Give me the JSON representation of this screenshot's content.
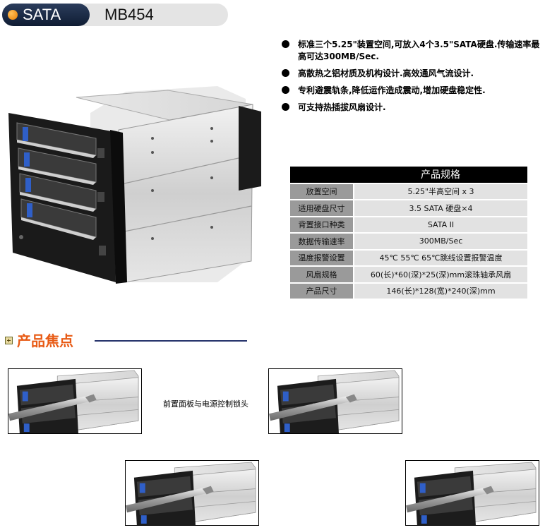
{
  "header": {
    "badge": "SATA",
    "model": "MB454"
  },
  "features": [
    "标准三个5.25\"装置空间,可放入4个3.5\"SATA硬盘.传输速率最高可达300MB/Sec.",
    "高散热之铝材质及机构设计.高效通风气流设计.",
    "专利避震轨条,降低运作造成震动,增加硬盘稳定性.",
    "可支持热插拔风扇设计."
  ],
  "spec": {
    "title": "产品规格",
    "rows": [
      {
        "label": "放置空间",
        "value": "5.25\"半高空间  x 3"
      },
      {
        "label": "适用硬盘尺寸",
        "value": "3.5 SATA 硬盘×4"
      },
      {
        "label": "背置接口种类",
        "value": "SATA II"
      },
      {
        "label": "数据传输速率",
        "value": "300MB/Sec"
      },
      {
        "label": "温度报警设置",
        "value": "45℃  55℃  65℃跳线设置报警温度"
      },
      {
        "label": "风扇规格",
        "value": "60(长)*60(深)*25(深)mm滚珠轴承风扇"
      },
      {
        "label": "产品尺寸",
        "value": "146(长)*128(宽)*240(深)mm"
      }
    ]
  },
  "focus": {
    "title": "产品焦点",
    "caption": "前置面板与电源控制锁头"
  },
  "colors": {
    "accent": "#e85a14",
    "rule": "#25336b",
    "header_dark": "#1a2844"
  }
}
